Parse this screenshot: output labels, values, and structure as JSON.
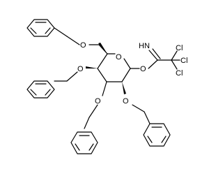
{
  "molecule": {
    "labels": {
      "ring_oxygen": "O",
      "anomeric_oxygen": "O",
      "oxygen_c2": "O",
      "oxygen_c3": "O",
      "oxygen_c4": "O",
      "oxygen_c6": "O",
      "imine": "HN",
      "chlorine_1": "Cl",
      "chlorine_2": "Cl",
      "chlorine_3": "Cl"
    },
    "colors": {
      "bond": "#000000",
      "background": "#ffffff"
    }
  }
}
